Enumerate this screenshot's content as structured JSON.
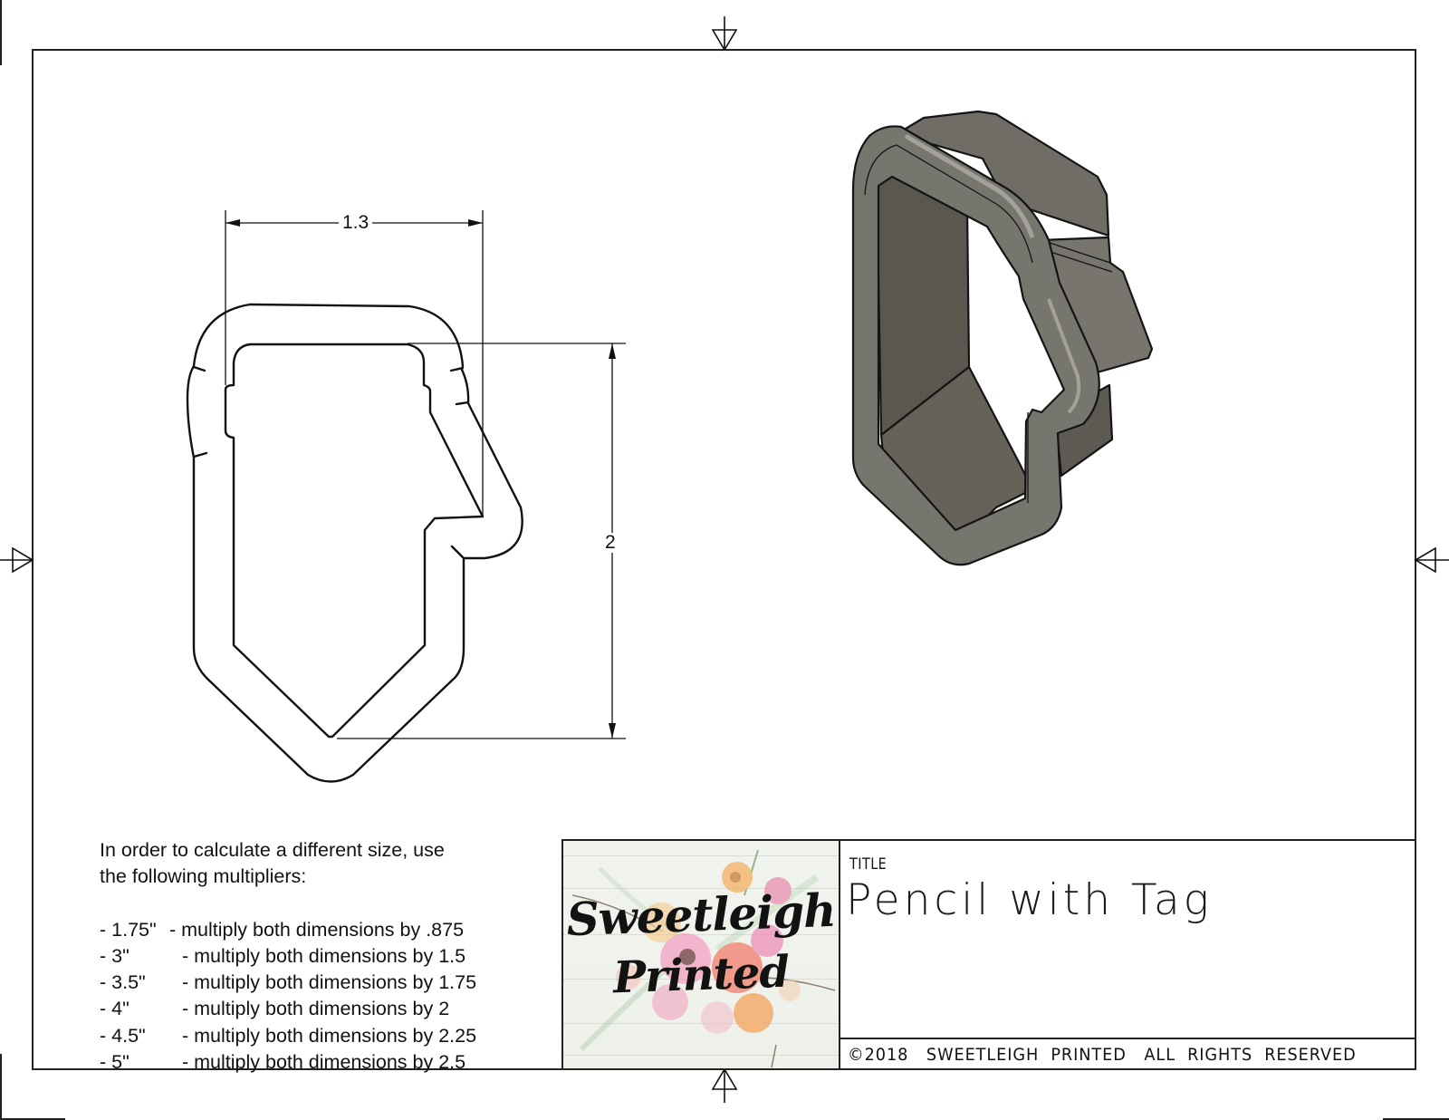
{
  "drawing": {
    "dimensions": {
      "width_label": "1.3",
      "height_label": "2"
    },
    "colors": {
      "line": "#111111",
      "model_body": "#6c6a62",
      "model_dark": "#55524a",
      "model_light": "#8e8c84",
      "model_edge": "#141414"
    }
  },
  "notes": {
    "intro_line1": "In order to calculate a different size, use",
    "intro_line2": "the following multipliers:",
    "multipliers": [
      {
        "size": "- 1.75\"",
        "text": "- multiply both dimensions by .875"
      },
      {
        "size": "- 3\"",
        "text": "- multiply both dimensions by 1.5"
      },
      {
        "size": "- 3.5\"",
        "text": "- multiply both dimensions by 1.75"
      },
      {
        "size": "- 4\"",
        "text": "- multiply both dimensions by 2"
      },
      {
        "size": "- 4.5\"",
        "text": "- multiply both dimensions by 2.25"
      },
      {
        "size": "- 5\"",
        "text": "- multiply both dimensions by 2.5"
      }
    ]
  },
  "title_block": {
    "logo_line1": "Sweetleigh",
    "logo_line2": "Printed",
    "title_label": "TITLE",
    "title_value": "Pencil with Tag",
    "copyright": "©2018   SWEETLEIGH  PRINTED   ALL  RIGHTS  RESERVED"
  }
}
